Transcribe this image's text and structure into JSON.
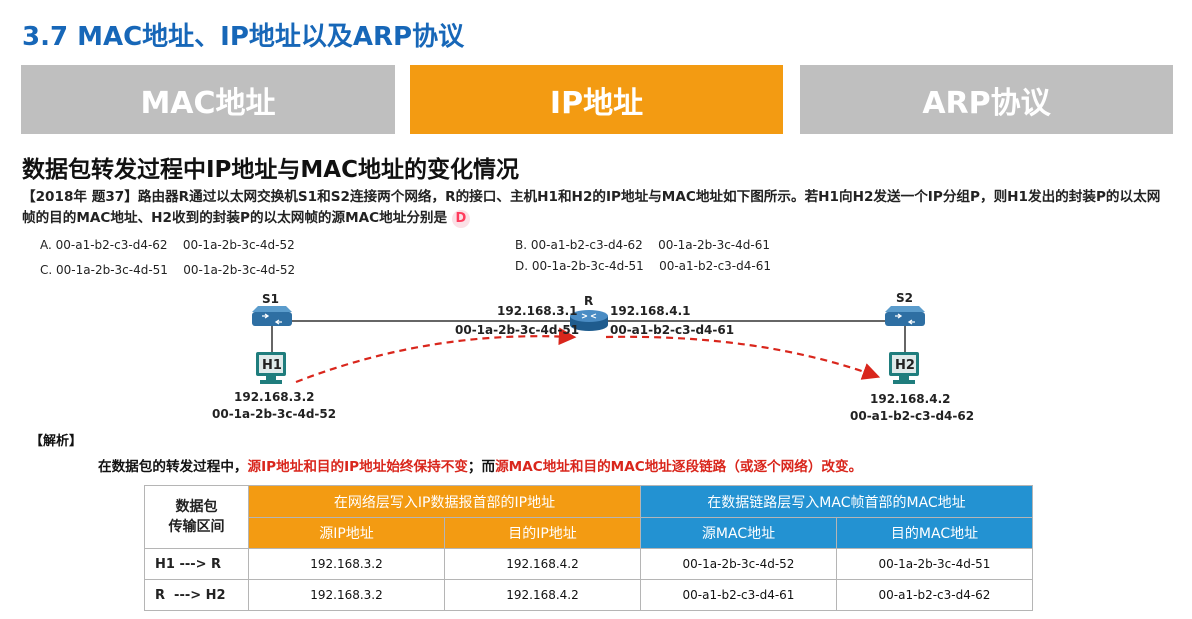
{
  "title": "3.7 MAC地址、IP地址以及ARP协议",
  "tabs": [
    {
      "label": "MAC地址",
      "color": "#bfbfbf"
    },
    {
      "label": "IP地址",
      "color": "#f39b12",
      "active": true
    },
    {
      "label": "ARP协议",
      "color": "#bfbfbf"
    }
  ],
  "subtitle": "数据包转发过程中IP地址与MAC地址的变化情况",
  "question": {
    "text": "【2018年 题37】路由器R通过以太网交换机S1和S2连接两个网络，R的接口、主机H1和H2的IP地址与MAC地址如下图所示。若H1向H2发送一个IP分组P，则H1发出的封装P的以太网帧的目的MAC地址、H2收到的封装P的以太网帧的源MAC地址分别是",
    "answer": "D"
  },
  "options": [
    {
      "letter": "A.",
      "a": "00-a1-b2-c3-d4-62",
      "b": "00-1a-2b-3c-4d-52"
    },
    {
      "letter": "B.",
      "a": "00-a1-b2-c3-d4-62",
      "b": "00-1a-2b-3c-4d-61"
    },
    {
      "letter": "C.",
      "a": "00-1a-2b-3c-4d-51",
      "b": "00-1a-2b-3c-4d-52"
    },
    {
      "letter": "D.",
      "a": "00-1a-2b-3c-4d-51",
      "b": "00-a1-b2-c3-d4-61"
    }
  ],
  "diagram": {
    "s1": "S1",
    "s2": "S2",
    "router": "R",
    "h1": "H1",
    "h2": "H2",
    "r_left_ip": "192.168.3.1",
    "r_left_mac": "00-1a-2b-3c-4d-51",
    "r_right_ip": "192.168.4.1",
    "r_right_mac": "00-a1-b2-c3-d4-61",
    "h1_ip": "192.168.3.2",
    "h1_mac": "00-1a-2b-3c-4d-52",
    "h2_ip": "192.168.4.2",
    "h2_mac": "00-a1-b2-c3-d4-62"
  },
  "analysis": {
    "label": "【解析】",
    "prefix": "在数据包的转发过程中，",
    "red1": "源IP地址和目的IP地址始终保持不变",
    "middle": "；而",
    "red2": "源MAC地址和目的MAC地址逐段链路",
    "suffix": "（或逐个网络）改变。"
  },
  "table": {
    "corner": [
      "数据包",
      "传输区间"
    ],
    "group1": "在网络层写入IP数据报首部的IP地址",
    "group2": "在数据链路层写入MAC帧首部的MAC地址",
    "cols": [
      "源IP地址",
      "目的IP地址",
      "源MAC地址",
      "目的MAC地址"
    ],
    "rows": [
      {
        "label": "H1 ---> R",
        "cells": [
          "192.168.3.2",
          "192.168.4.2",
          "00-1a-2b-3c-4d-52",
          "00-1a-2b-3c-4d-51"
        ]
      },
      {
        "label": "R  ---> H2",
        "cells": [
          "192.168.3.2",
          "192.168.4.2",
          "00-a1-b2-c3-d4-61",
          "00-a1-b2-c3-d4-62"
        ]
      }
    ]
  },
  "colors": {
    "title": "#1767b8",
    "orange": "#f39b12",
    "blue": "#2392d2",
    "red": "#d9261c"
  }
}
